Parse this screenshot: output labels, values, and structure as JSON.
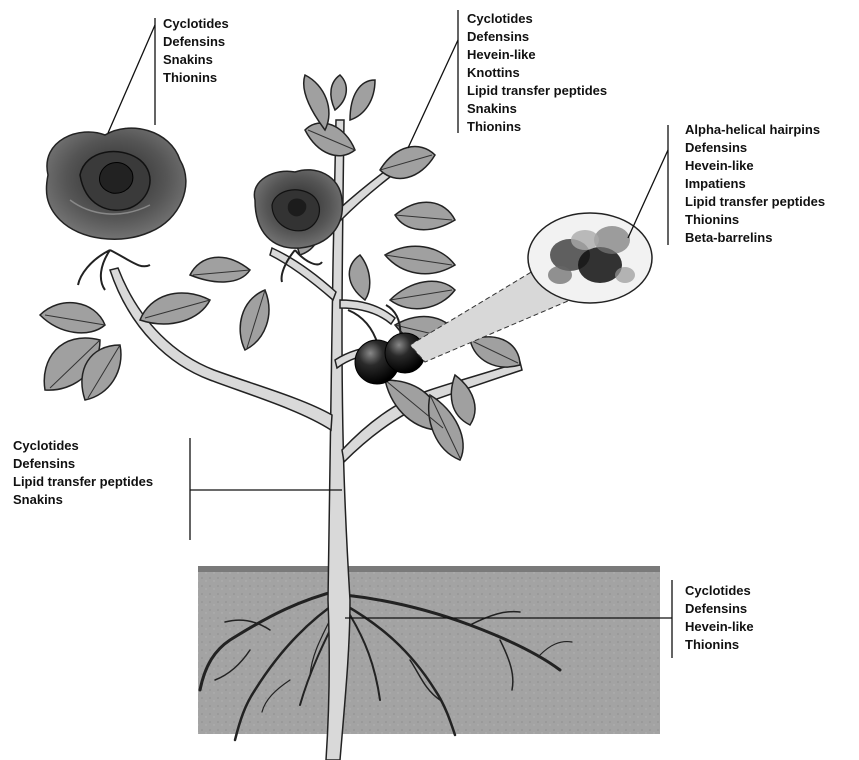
{
  "labels": {
    "flower": [
      "Cyclotides",
      "Defensins",
      "Snakins",
      "Thionins"
    ],
    "leaves": [
      "Cyclotides",
      "Defensins",
      "Hevein-like",
      "Knottins",
      "Lipid transfer peptides",
      "Snakins",
      "Thionins"
    ],
    "fruit": [
      "Alpha-helical hairpins",
      "Defensins",
      "Hevein-like",
      "Impatiens",
      "Lipid transfer peptides",
      "Thionins",
      "Beta-barrelins"
    ],
    "stem": [
      "Cyclotides",
      "Defensins",
      "Lipid transfer peptides",
      "Snakins"
    ],
    "roots": [
      "Cyclotides",
      "Defensins",
      "Hevein-like",
      "Thionins"
    ]
  },
  "colors": {
    "ink": "#111111",
    "soil": "#9a9a9a",
    "soil_top": "#7a7a7a",
    "stem": "#d8d8d8",
    "leaf": "#9e9e9e",
    "flower": "#5a5a5a",
    "fruit": "#1a1a1a"
  }
}
